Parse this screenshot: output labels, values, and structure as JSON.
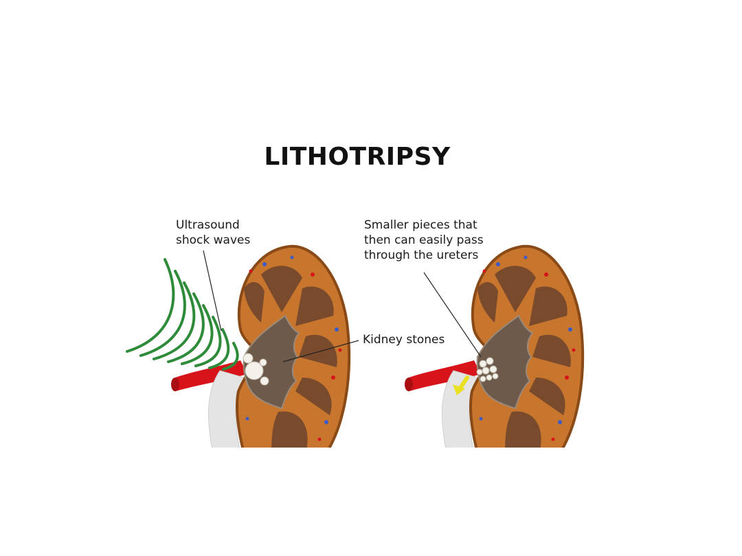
{
  "title": "LITHOTRIPSY",
  "labels": {
    "ultrasound": [
      "Ultrasound",
      "shock waves"
    ],
    "smaller_pieces": [
      "Smaller pieces that",
      "then can easily pass",
      "through the ureters"
    ],
    "kidney_stones": "Kidney stones"
  },
  "colors": {
    "cortex": "#c8762e",
    "cortex_edge": "#8a4a17",
    "pyramid": "#7a4a2c",
    "pelvis": "#6e5a4a",
    "ureter": "#e6e6e6",
    "artery": "#d7141a",
    "wave": "#2e8b3a",
    "arrow": "#e8e020",
    "stone": "#f4f1ea"
  }
}
